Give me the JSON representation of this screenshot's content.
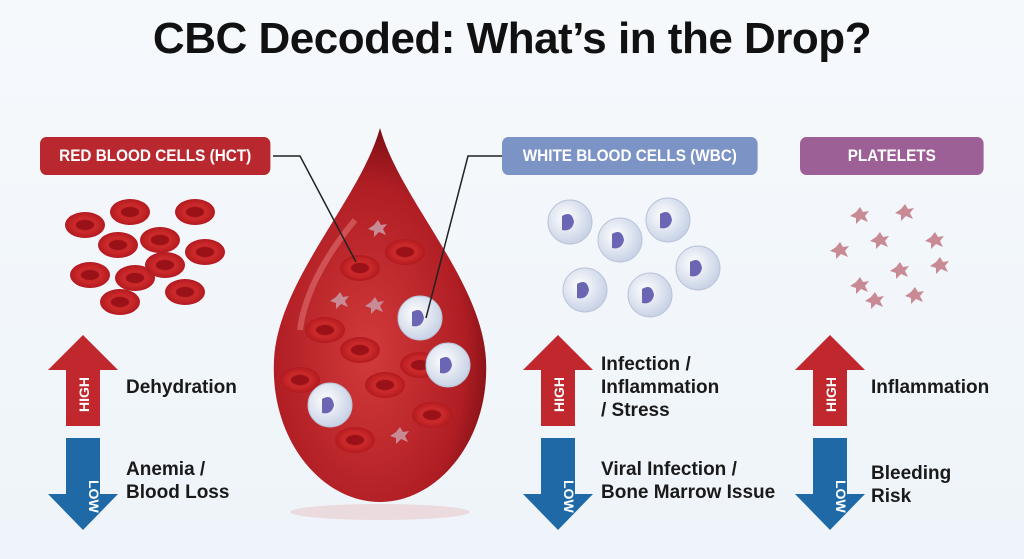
{
  "title": "CBC Decoded: What’s in the Drop?",
  "sections": [
    {
      "label": "RED BLOOD CELLS (HCT)",
      "high": "Dehydration",
      "low": "Anemia / Blood Loss",
      "color": "#b8282e"
    },
    {
      "label": "WHITE BLOOD CELLS (WBC)",
      "high": "Infection / Inflammation / Stress",
      "low": "Viral Infection / Bone Marrow Issue",
      "color": "#7c93c6"
    },
    {
      "label": "PLATELETS",
      "high": "Inflammation",
      "low": "Bleeding Risk",
      "color": "#9c6096"
    }
  ],
  "arrows": {
    "high": "HIGH",
    "low": "LOW",
    "high_color": "#c0282e",
    "low_color": "#1f6aa6"
  }
}
